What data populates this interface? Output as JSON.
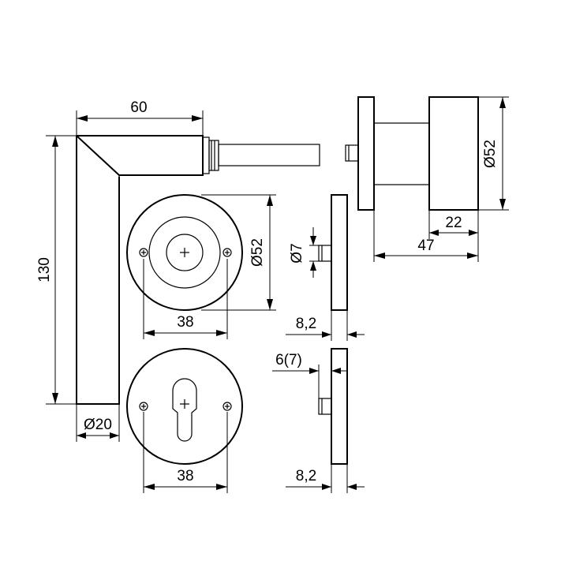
{
  "dimensions": {
    "lever_length": "60",
    "lever_height": "130",
    "lever_diameter": "Ø20",
    "rose_diameter": "Ø52",
    "rose_hole_spacing": "38",
    "cylinder_hole_spacing": "38",
    "pin_diameter": "Ø7",
    "rose_thickness_top": "8,2",
    "rose_thickness_bottom": "8,2",
    "pin_offset": "6(7)",
    "knob_diameter": "Ø52",
    "knob_depth": "22",
    "knob_projection": "47"
  }
}
